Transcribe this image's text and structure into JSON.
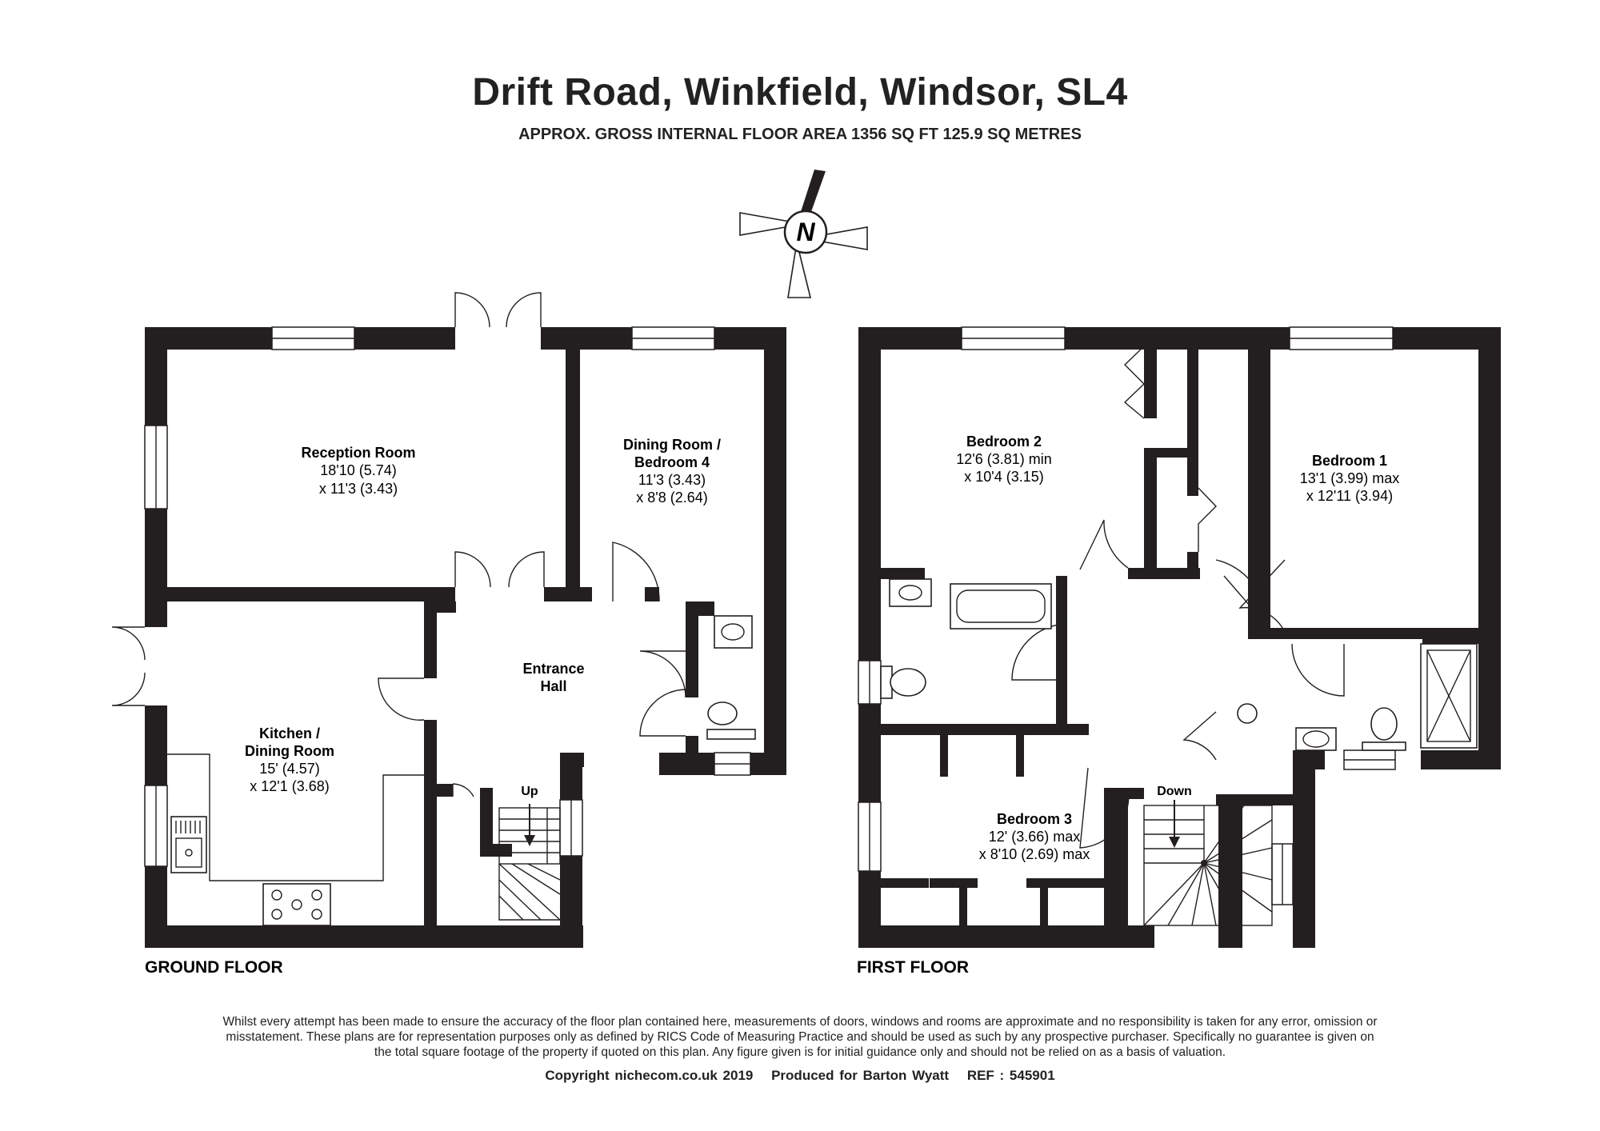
{
  "title": "Drift Road, Winkfield, Windsor, SL4",
  "subtitle": "APPROX. GROSS INTERNAL FLOOR AREA 1356 SQ FT 125.9 SQ METRES",
  "compass": {
    "letter": "N"
  },
  "ground_floor": {
    "label": "GROUND FLOOR",
    "rooms": {
      "reception": {
        "name": "Reception Room",
        "dim1": "18'10 (5.74)",
        "dim2": "x 11'3 (3.43)"
      },
      "dining": {
        "name1": "Dining Room /",
        "name2": "Bedroom 4",
        "dim1": "11'3 (3.43)",
        "dim2": "x 8'8 (2.64)"
      },
      "hall": {
        "name1": "Entrance",
        "name2": "Hall"
      },
      "kitchen": {
        "name1": "Kitchen /",
        "name2": "Dining Room",
        "dim1": "15' (4.57)",
        "dim2": "x 12'1 (3.68)"
      }
    },
    "stairs_label": "Up"
  },
  "first_floor": {
    "label": "FIRST FLOOR",
    "rooms": {
      "bedroom2": {
        "name": "Bedroom 2",
        "dim1": "12'6 (3.81) min",
        "dim2": "x 10'4 (3.15)"
      },
      "bedroom1": {
        "name": "Bedroom 1",
        "dim1": "13'1 (3.99) max",
        "dim2": "x 12'11 (3.94)"
      },
      "bedroom3": {
        "name": "Bedroom 3",
        "dim1": "12' (3.66) max",
        "dim2": "x 8'10 (2.69) max"
      }
    },
    "stairs_label": "Down"
  },
  "disclaimer": "Whilst every attempt has been made to ensure the accuracy of the floor plan contained here, measurements of doors, windows and rooms are approximate and no responsibility is taken for any error, omission or misstatement. These plans are for representation purposes only as defined by RICS Code of Measuring Practice and should be used as such by any prospective purchaser. Specifically no guarantee is given on the total square footage of the property if quoted on this plan. Any figure given is for initial guidance only and should not be relied on as a basis of valuation.",
  "copyright": {
    "text": "Copyright nichecom.co.uk 2019",
    "produced_for": "Produced for Barton Wyatt",
    "ref": "REF :  545901"
  },
  "colors": {
    "wall": "#231f20",
    "line": "#231f20",
    "window": "#ffffff",
    "compass_fill": "#231f20"
  }
}
